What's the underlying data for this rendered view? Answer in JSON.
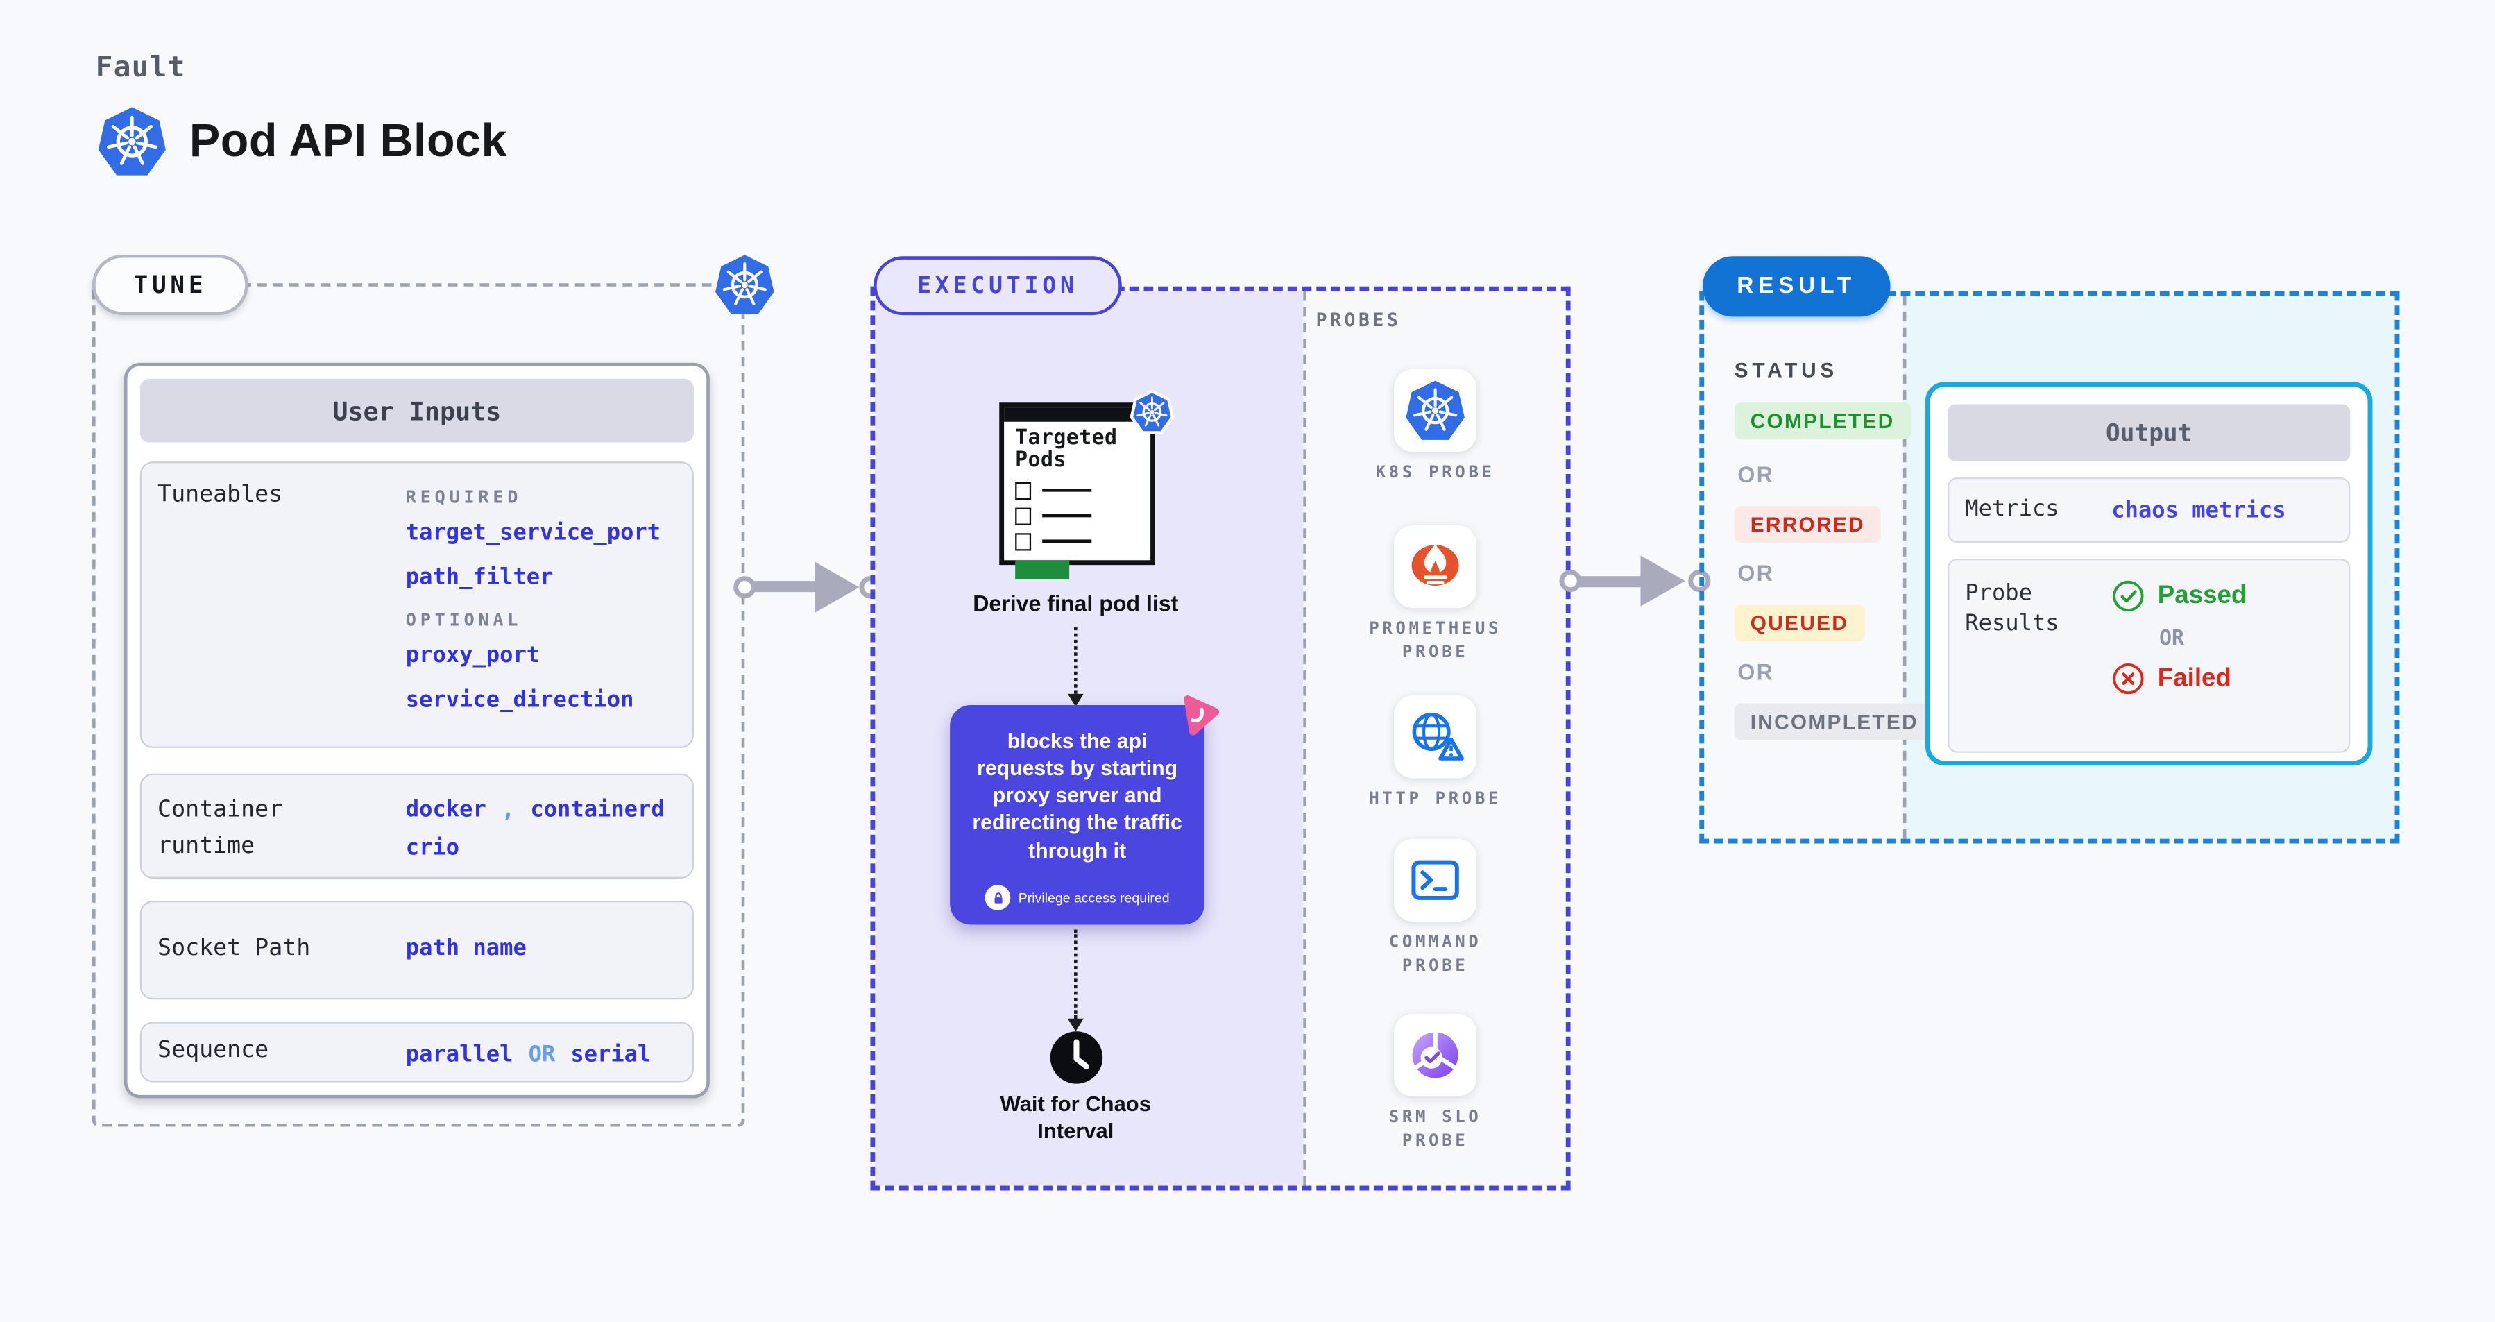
{
  "header": {
    "eyebrow": "Fault",
    "title": "Pod API Block"
  },
  "tune": {
    "badge": "TUNE",
    "card_title": "User Inputs",
    "tuneables": {
      "label": "Tuneables",
      "required_label": "REQUIRED",
      "required": [
        "target_service_port",
        "path_filter"
      ],
      "optional_label": "OPTIONAL",
      "optional": [
        "proxy_port",
        "service_direction"
      ]
    },
    "container_runtime": {
      "label": "Container runtime",
      "value1": "docker",
      "separator": ",",
      "value2": "containerd",
      "value3": "crio"
    },
    "socket_path": {
      "label": "Socket Path",
      "value": "path name"
    },
    "sequence": {
      "label": "Sequence",
      "option1": "parallel",
      "or": "OR",
      "option2": "serial"
    }
  },
  "execution": {
    "badge": "EXECUTION",
    "targeted_pods_title": "Targeted Pods",
    "derive_step": "Derive final pod list",
    "action": {
      "description": "blocks the api requests by starting proxy server and redirecting the traffic through it",
      "privilege_note": "Privilege access required"
    },
    "wait_step": "Wait for Chaos Interval",
    "probes": {
      "panel_label": "PROBES",
      "items": [
        {
          "icon": "kubernetes-icon",
          "label": "K8S PROBE"
        },
        {
          "icon": "prometheus-icon",
          "label": "PROMETHEUS PROBE"
        },
        {
          "icon": "http-globe-icon",
          "label": "HTTP PROBE"
        },
        {
          "icon": "terminal-icon",
          "label": "COMMAND PROBE"
        },
        {
          "icon": "slo-pie-icon",
          "label": "SRM SLO PROBE"
        }
      ]
    }
  },
  "result": {
    "badge": "RESULT",
    "status_heading": "STATUS",
    "or_separator": "OR",
    "statuses": [
      {
        "label": "COMPLETED",
        "type": "completed"
      },
      {
        "label": "ERRORED",
        "type": "errored"
      },
      {
        "label": "QUEUED",
        "type": "queued"
      },
      {
        "label": "INCOMPLETED",
        "type": "incompleted"
      }
    ],
    "output": {
      "title": "Output",
      "metrics_label": "Metrics",
      "metrics_value": "chaos metrics",
      "probe_results_label": "Probe Results",
      "passed_label": "Passed",
      "or_label": "OR",
      "failed_label": "Failed"
    }
  },
  "colors": {
    "page-bg": "#f8f9fc",
    "k8s-blue": "#326de6",
    "indigo": "#4a43d8",
    "indigo-fill": "#e9e7fc",
    "indigo-fill-light": "#e8e6fb",
    "purple-box": "#4c46e0",
    "result-blue": "#1273d4",
    "cyan-border": "#18a9df",
    "cyan-bg": "#e9f6fc",
    "success-bg": "#dcf2dd",
    "success-text": "#1d9130",
    "error-bg": "#fbe9e7",
    "error-text": "#d3291c",
    "queued-bg": "#fdf3cf",
    "queued-text": "#ca2e20",
    "incomplete-bg": "#e9eaef",
    "incomplete-text": "#6e7380",
    "code-blue": "#3232df",
    "or-blue": "#64a0f0",
    "passed-green": "#22a033",
    "failed-red": "#da291c",
    "pink": "#ef5b96",
    "prometheus-orange": "#e6522c",
    "probe-icon-blue": "#1a73e8",
    "green-button": "#1e8e3e",
    "arrow-gray": "#a9abbc"
  }
}
